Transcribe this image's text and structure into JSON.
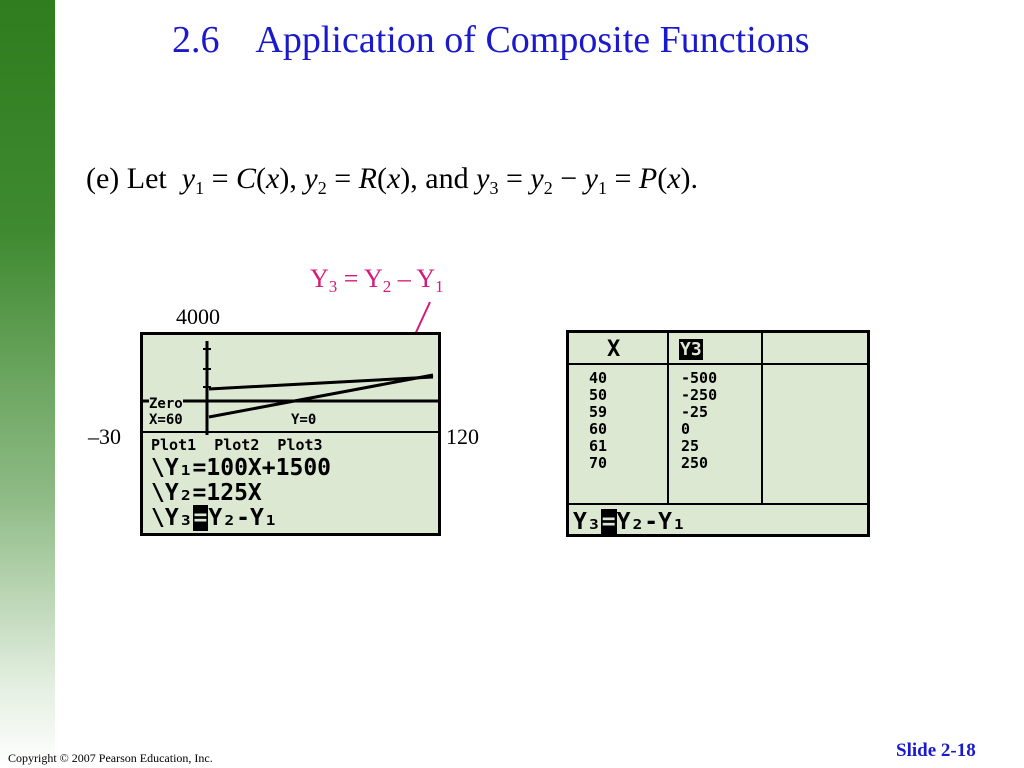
{
  "slide": {
    "title": "2.6    Application of Composite Functions",
    "statement_intro": "(e) Let",
    "statement_and": "and",
    "annotation": {
      "y3": "Y",
      "eq": "=",
      "y2": "Y",
      "minus": "–",
      "y1": "Y",
      "sub3": "3",
      "sub2": "2",
      "sub1": "1"
    },
    "copyright": "Copyright © 2007 Pearson Education, Inc.",
    "slide_number": "Slide 2-18"
  },
  "graph_screen": {
    "ymax_label": "4000",
    "xmin_label": "–30",
    "xmax_label": "120",
    "zero_label": "Zero",
    "x_readout": "X=60",
    "y_readout": "Y=0",
    "plots": "Plot1  Plot2  Plot3",
    "y1": "\\Y₁=100X+1500",
    "y2": "\\Y₂=125X",
    "y3_prefix": "\\Y₃",
    "y3_op": "=",
    "y3_rest": "Y₂-Y₁"
  },
  "table_screen": {
    "col_x": "X",
    "col_y": "Y3",
    "x_values": [
      "40",
      "50",
      "59",
      "60",
      "61",
      "70"
    ],
    "y_values": [
      "-500",
      "-250",
      "-25",
      "0",
      "25",
      "250"
    ],
    "footer_prefix": "Y₃",
    "footer_op": "=",
    "footer_rest": "Y₂-Y₁"
  },
  "colors": {
    "title": "#1a1acc",
    "annotation": "#d41a7a",
    "screen": "#dde8d2",
    "sidebar": "#2f7d1f"
  }
}
